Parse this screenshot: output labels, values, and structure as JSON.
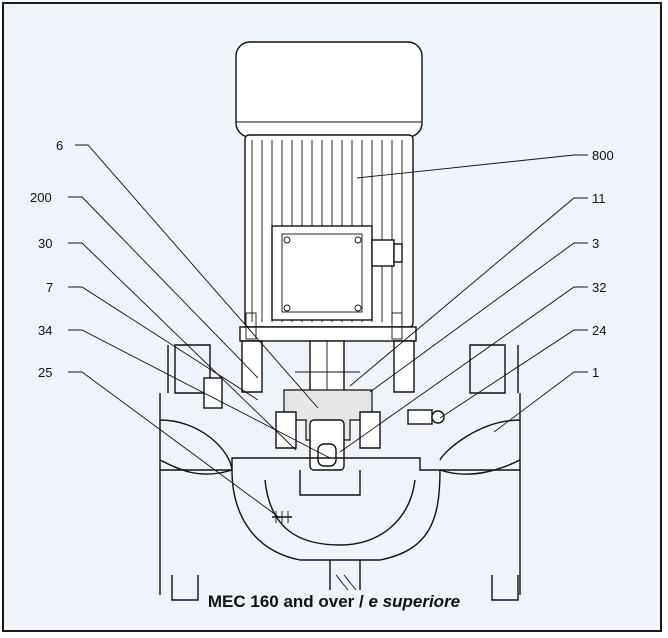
{
  "figure": {
    "caption_main": "MEC 160 and over /",
    "caption_italic": "e superiore"
  },
  "callouts_left": [
    "6",
    "200",
    "30",
    "7",
    "34",
    "25"
  ],
  "callouts_right": [
    "800",
    "11",
    "3",
    "32",
    "24",
    "1"
  ],
  "colors": {
    "frame_bg": "#eef4fa",
    "ink": "#111111"
  }
}
